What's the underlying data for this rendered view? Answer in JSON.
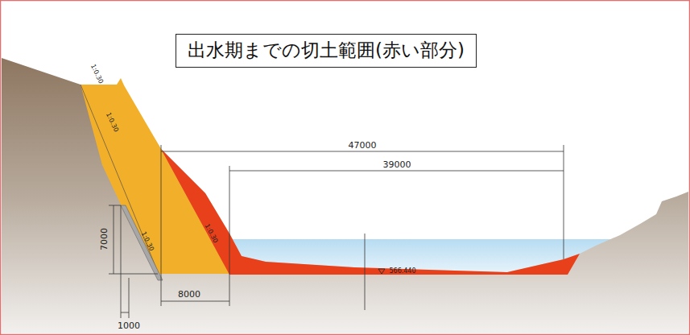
{
  "diagram": {
    "title": "出水期までの切土範囲(赤い部分)",
    "labels": [
      "1:0.30",
      "1:0.30",
      "1:0.30",
      "1:0.30",
      "47000",
      "39000",
      "7000",
      "1000",
      "8000",
      "566.440"
    ]
  }
}
